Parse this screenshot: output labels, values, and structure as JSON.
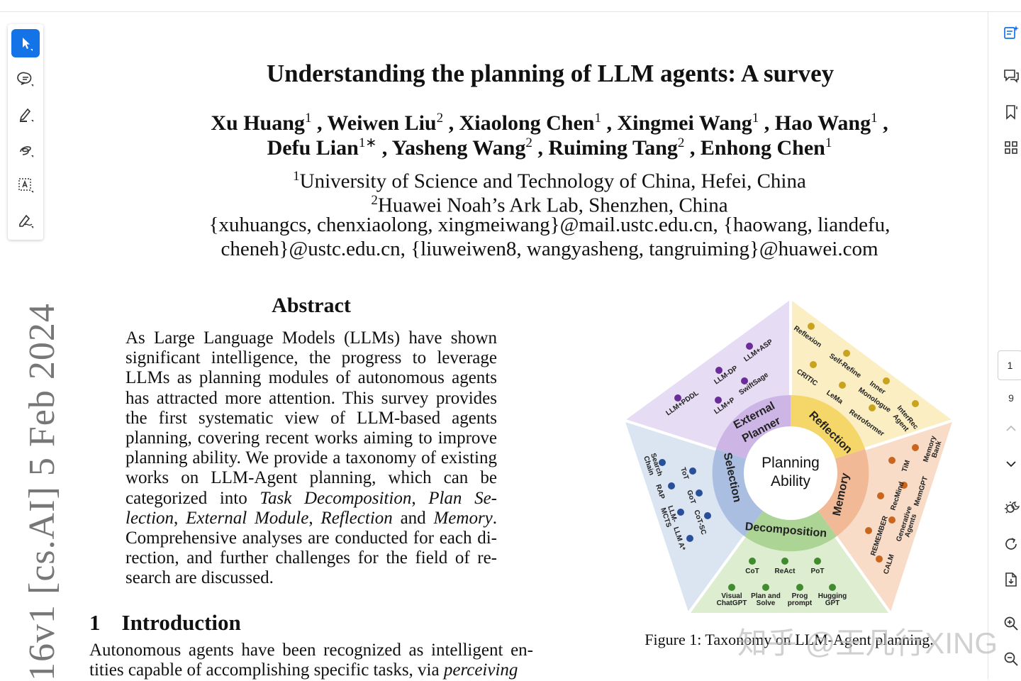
{
  "paper": {
    "title": "Understanding the planning of LLM agents: A survey",
    "authors_line1": [
      {
        "name": "Xu Huang",
        "sup": "1"
      },
      {
        "name": "Weiwen Liu",
        "sup": "2"
      },
      {
        "name": "Xiaolong Chen",
        "sup": "1"
      },
      {
        "name": "Xingmei Wang",
        "sup": "1"
      },
      {
        "name": "Hao Wang",
        "sup": "1"
      }
    ],
    "authors_line2": [
      {
        "name": "Defu Lian",
        "sup": "1∗"
      },
      {
        "name": "Yasheng Wang",
        "sup": "2"
      },
      {
        "name": "Ruiming Tang",
        "sup": "2"
      },
      {
        "name": "Enhong Chen",
        "sup": "1"
      }
    ],
    "affiliation_1_sup": "1",
    "affiliation_1": "University of Science and Technology of China, Hefei, China",
    "affiliation_2_sup": "2",
    "affiliation_2": "Huawei Noah’s Ark Lab, Shenzhen, China",
    "emails_line1": "{xuhuangcs, chenxiaolong, xingmeiwang}@mail.ustc.edu.cn, {haowang, liandefu,",
    "emails_line2": "cheneh}@ustc.edu.cn, {liuweiwen8, wangyasheng, tangruiming}@huawei.com",
    "abstract_heading": "Abstract",
    "abstract_before_italics": "As Large Language Models (LLMs) have shown significant intelligence, the progress to leverage LLMs as planning modules of autonomous agents has attracted more attention. This survey provides the first systematic view of LLM-based agents planning, covering recent works aiming to improve planning ability. We provide a taxonomy of ex­isting works on LLM-Agent planning, which can be categorized into ",
    "abstract_italic_1": "Task Decomposition",
    "abstract_sep_1": ", ",
    "abstract_italic_2": "Plan Se­lection",
    "abstract_sep_2": ", ",
    "abstract_italic_3": "External Module",
    "abstract_sep_3": ", ",
    "abstract_italic_4": "Reflection",
    "abstract_sep_4": " and ",
    "abstract_italic_5": "Memory",
    "abstract_after_italics": ". Comprehensive analyses are conducted for each di­rection, and further challenges for the field of re­search are discussed.",
    "intro_number": "1",
    "intro_heading": "Introduction",
    "intro_text": "Autonomous agents have been recognized as intelligent en­tities capable of accomplishing specific tasks, via ",
    "intro_italic": "perceiving",
    "arxiv_stamp": "16v1 [cs.AI] 5 Feb 2024",
    "figure_caption": "Figure 1: Taxonomy on LLM-Agent planning."
  },
  "figure": {
    "center_label_1": "Planning",
    "center_label_2": "Ability",
    "segments": {
      "external_planner_1": "External",
      "external_planner_2": "Planner",
      "reflection": "Reflection",
      "memory": "Memory",
      "decomposition": "Decomposition",
      "selection": "Selection"
    },
    "methods": {
      "external": [
        "LLM+ASP",
        "LLM-DP",
        "SwiftSage",
        "LLM+PDDL",
        "LLM+P"
      ],
      "reflection": [
        "Reflexion",
        "Self-Refine",
        "CRITIC",
        "Inner",
        "Monologue",
        "LeMa",
        "Retroformer",
        "InterRec",
        "Agent"
      ],
      "memory": [
        "Memory",
        "Bank",
        "TiM",
        "MemGPT",
        "RecMind",
        "Generative",
        "Agents",
        "REMEMBER",
        "CALM"
      ],
      "decomposition": [
        "CoT",
        "ReAct",
        "PoT",
        "Visual",
        "ChatGPT",
        "Plan and",
        "Solve",
        "Prog",
        "prompt",
        "Hugging",
        "GPT"
      ],
      "selection": [
        "Search",
        "Chain",
        "ToT",
        "RAP",
        "GoT",
        "LLM-",
        "MCTS",
        "CoT-SC",
        "LLM A*"
      ]
    },
    "colors": {
      "external": "#e6dcf3",
      "reflection": "#fbeec2",
      "memory": "#f8dcc8",
      "decomposition": "#dcedd0",
      "selection": "#dbe4f1",
      "dot_purple": "#6a2c99",
      "dot_gold": "#c9a21e",
      "dot_orange": "#c9661e",
      "dot_green": "#3f8b2e",
      "dot_blue": "#2a4f9a"
    }
  },
  "viewer": {
    "current_page": "1",
    "total_pages": "9",
    "watermark": "知乎 @王凡行XING",
    "accent": "#1473e6"
  }
}
